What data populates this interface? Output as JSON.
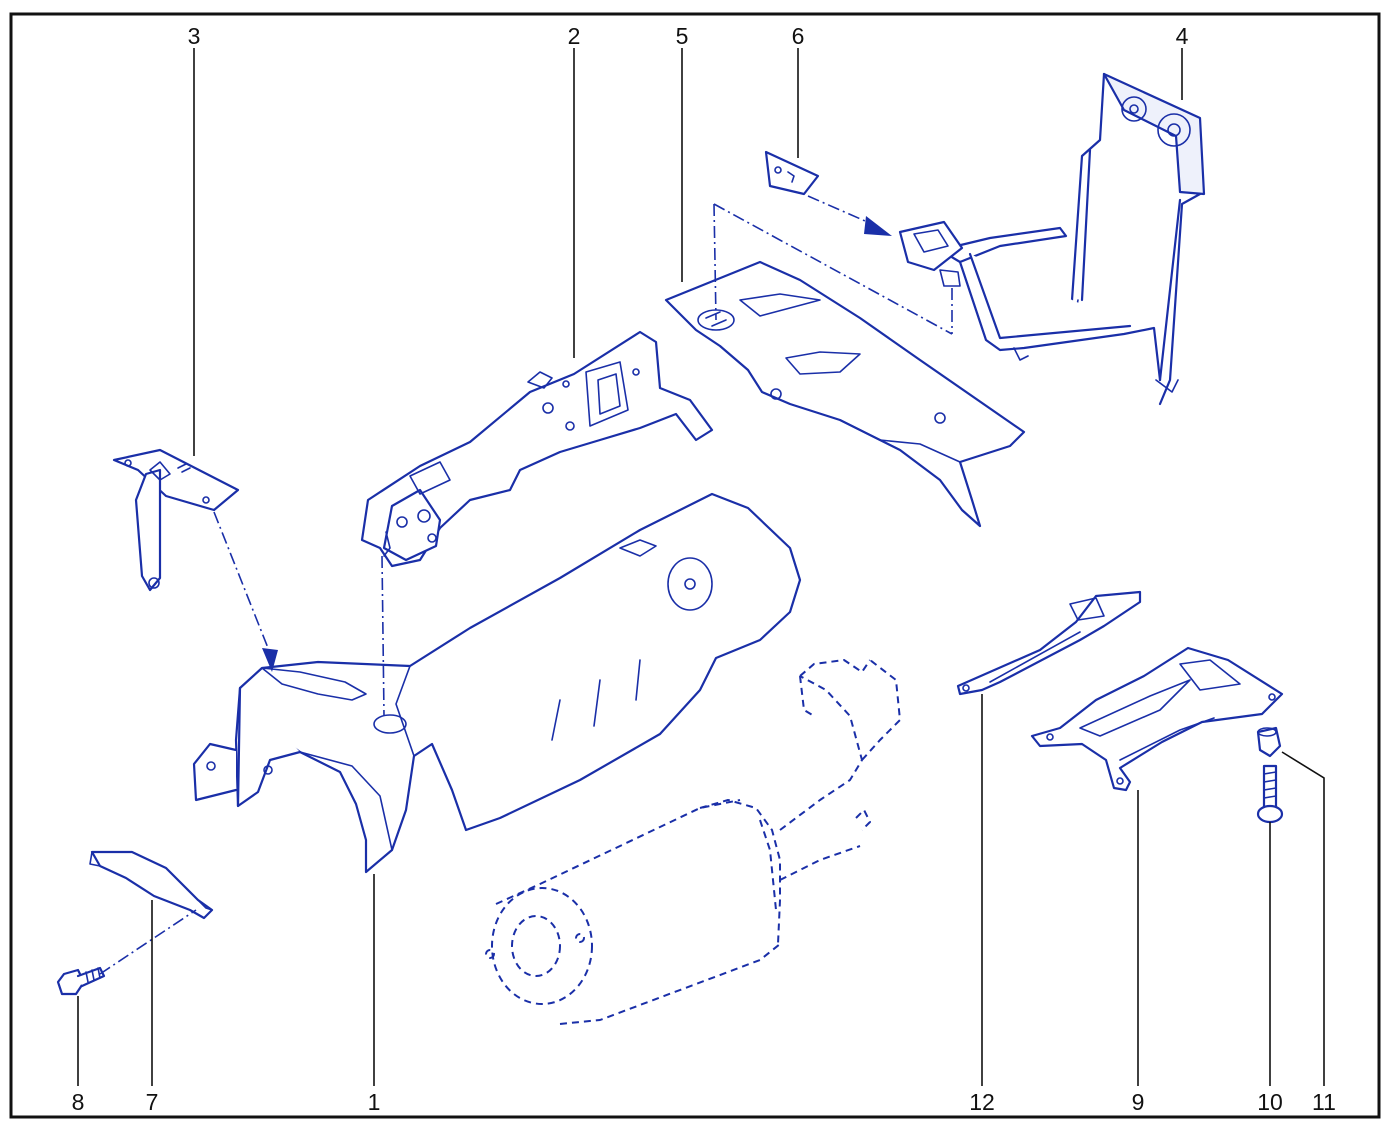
{
  "callouts": {
    "c1": "1",
    "c2": "2",
    "c3": "3",
    "c4": "4",
    "c5": "5",
    "c6": "6",
    "c7": "7",
    "c8": "8",
    "c9": "9",
    "c10": "10",
    "c11": "11",
    "c12": "12"
  },
  "colors": {
    "line": "#1a2fa8",
    "frame": "#111111",
    "background": "#ffffff"
  }
}
